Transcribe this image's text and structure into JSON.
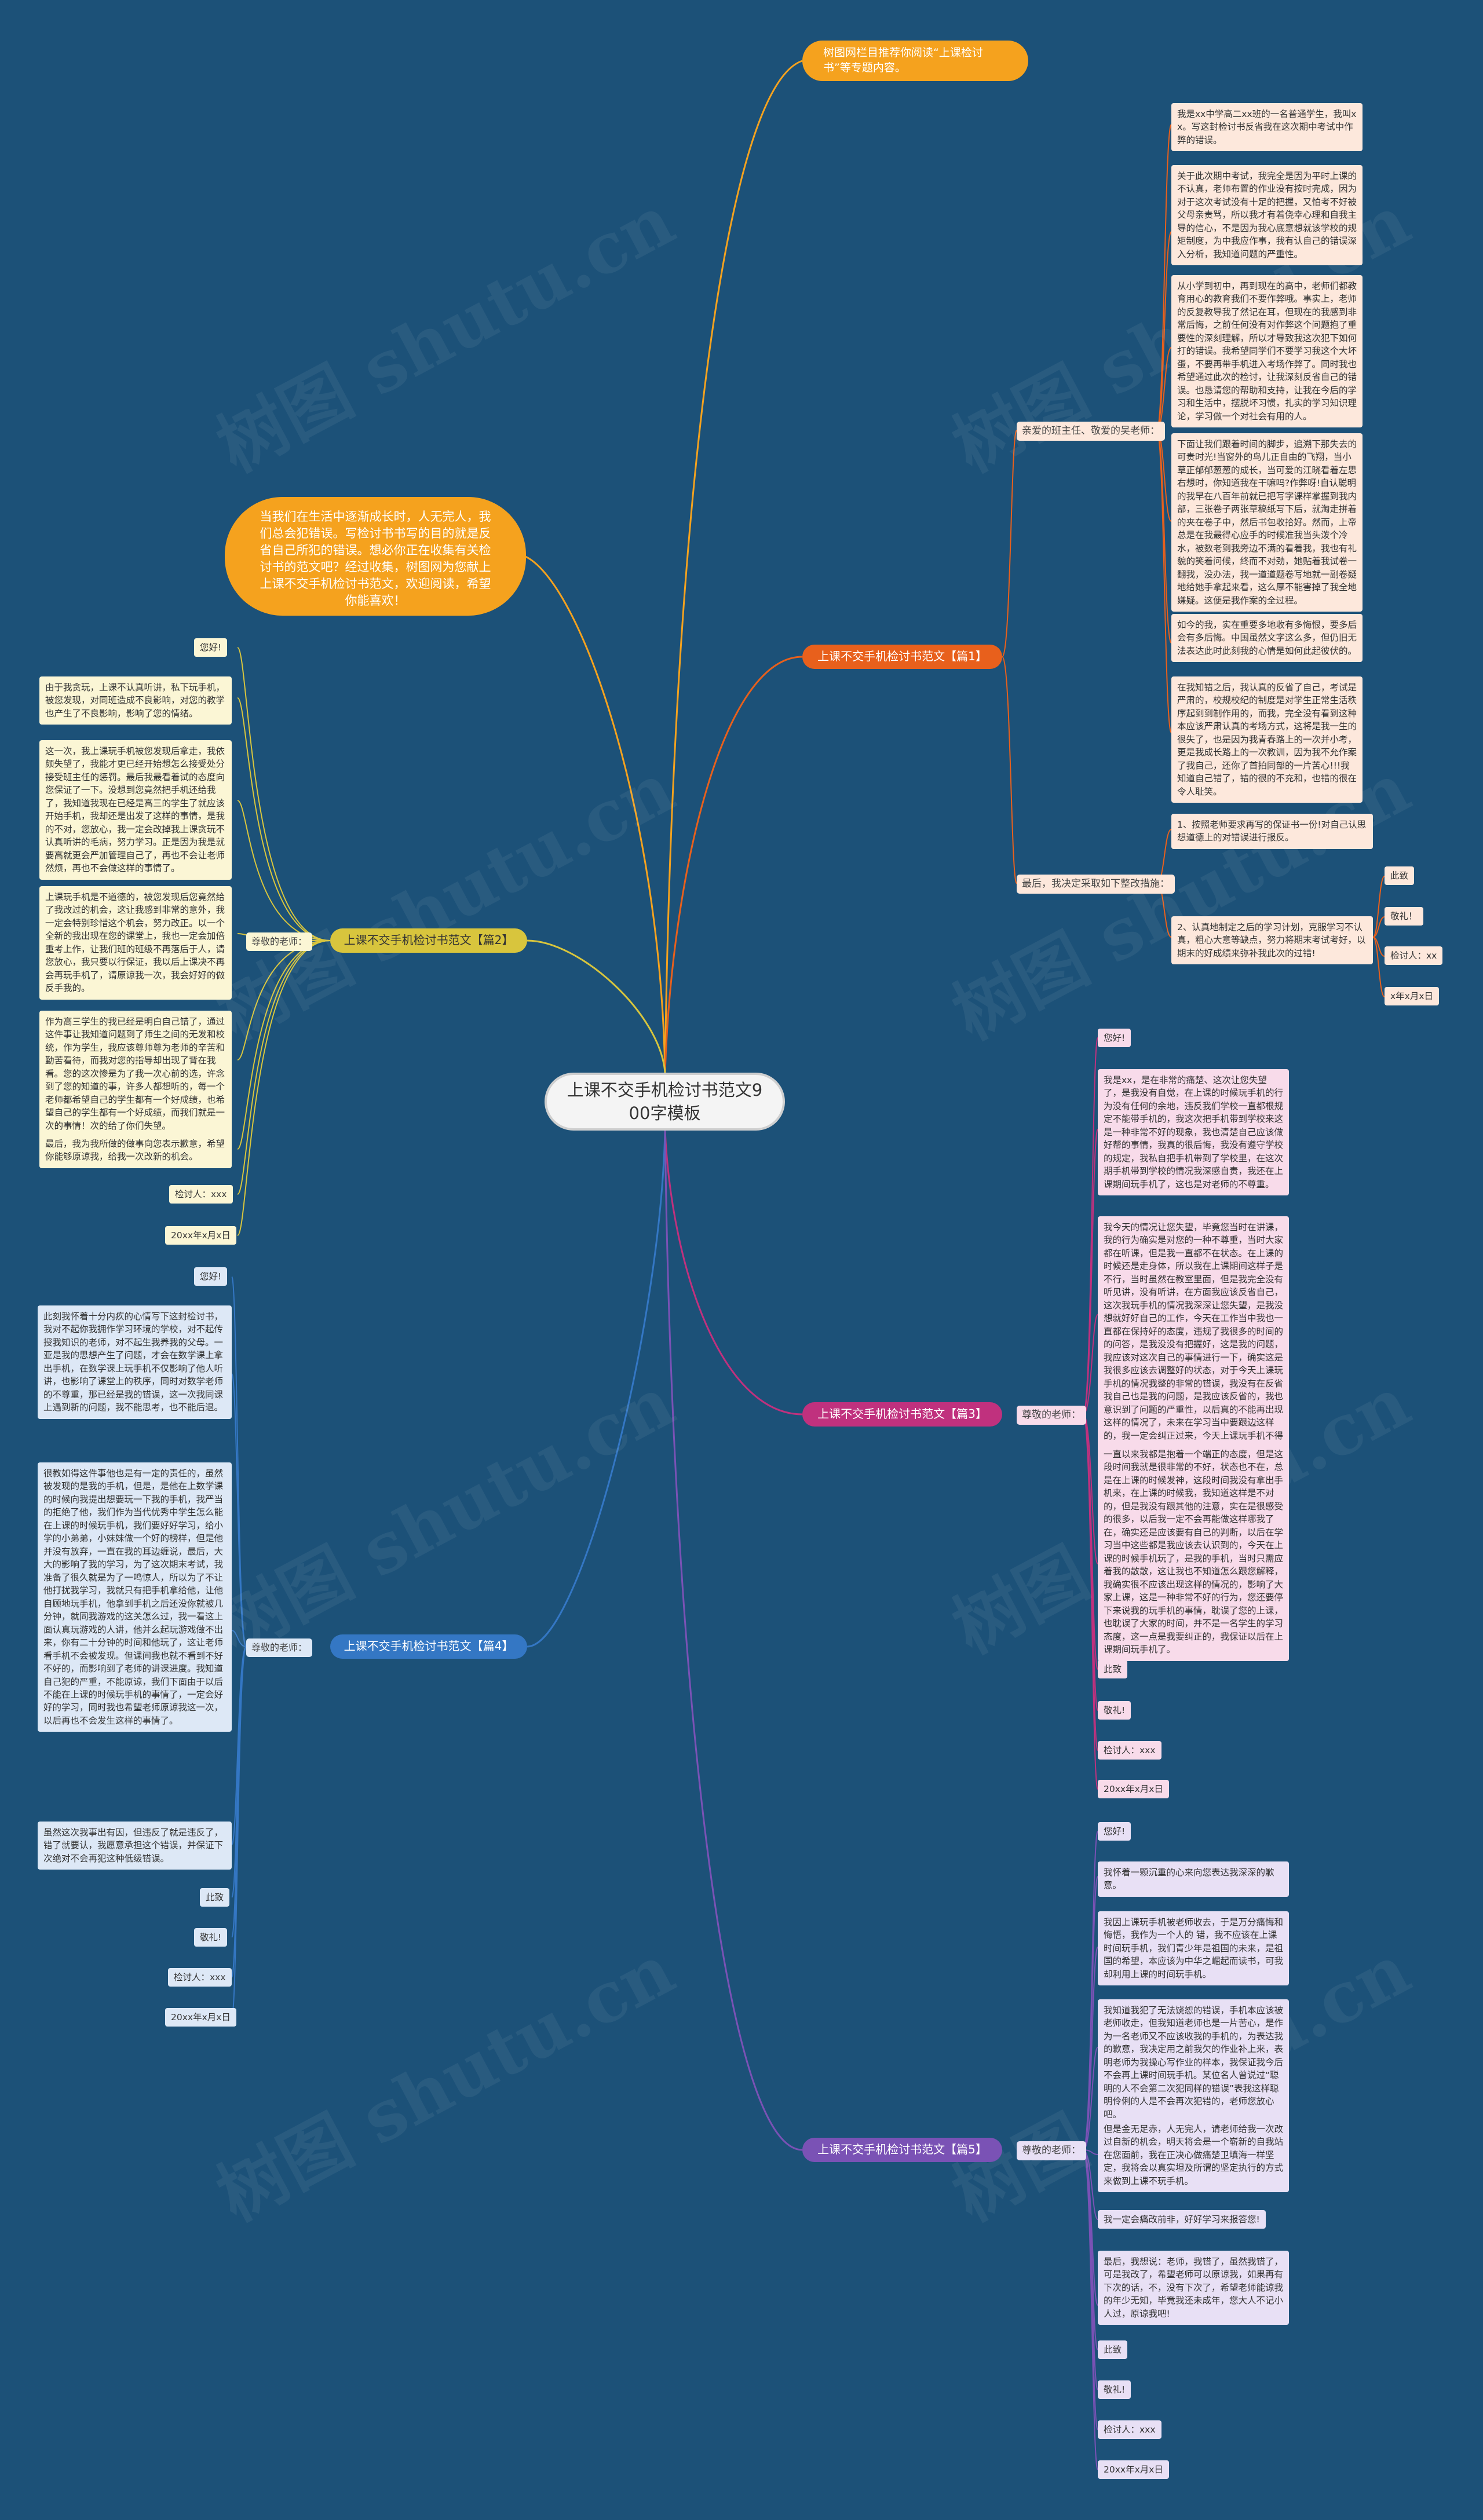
{
  "watermark": "树图 shutu.cn",
  "root": {
    "text": "上课不交手机检讨书范文900字模板"
  },
  "intro_top": {
    "text": "树图网栏目推荐你阅读“上课检讨书”等专题内容。"
  },
  "intro_big": {
    "text": "当我们在生活中逐渐成长时，人无完人，我们总会犯错误。写检讨书书写的目的就是反省自己所犯的错误。想必你正在收集有关检讨书的范文吧？经过收集，树图网为您献上上课不交手机检讨书范文，欢迎阅读，希望你能喜欢！"
  },
  "branches": [
    {
      "label": "上课不交手机检讨书范文【篇1】",
      "color": "#e8601c"
    },
    {
      "label": "上课不交手机检讨书范文【篇2】",
      "color": "#d8c53d"
    },
    {
      "label": "上课不交手机检讨书范文【篇3】",
      "color": "#c0317e"
    },
    {
      "label": "上课不交手机检讨书范文【篇4】",
      "color": "#3477c4"
    },
    {
      "label": "上课不交手机检讨书范文【篇5】",
      "color": "#7a52b5"
    }
  ],
  "b1": {
    "sub1": "亲爱的班主任、敬爱的吴老师：",
    "leaves1": [
      "我是xx中学高二xx班的一名普通学生，我叫xx。写这封检讨书反省我在这次期中考试中作弊的错误。",
      "关于此次期中考试，我完全是因为平时上课的不认真，老师布置的作业没有按时完成，因为对于这次考试没有十足的把握，又怕考不好被父母亲责骂，所以我才有着侥幸心理和自我主导的信心，不是因为我心底意想就该学校的规矩制度，为中我应作事，我有认自己的错误深入分析，我知道问题的严重性。",
      "从小学到初中，再到现在的高中，老师们都教育用心的教育我们不要作弊哦。事实上，老师的反复教导我了然记在耳，但现在的我感到非常后悔，之前任何没有对作弊这个问题抱了重要性的深刻理解，所以才导致我这次犯下如何打的错误。我希望同学们不要学习我这个大坏蛋，不要再带手机进入考场作弊了。同时我也希望通过此次的检讨，让我深刻反省自己的错误。也恳请您的帮助和支持，让我在今后的学习和生活中，摆脱坏习惯，扎实的学习知识理论，学习做一个对社会有用的人。",
      "下面让我们跟着时间的脚步，追溯下那失去的可贵时光!当窗外的鸟儿正自由的飞翔，当小草正郁郁葱葱的成长，当可爱的江晓看着左思右想时，你知道我在干嘛吗?作弊呀!自认聪明的我早在八百年前就已把写字课样掌握到我内部，三张卷子两张草稿纸写下后，就淘走拼着的夹在卷子中，然后书包收拾好。然而，上帝总是在我最得心应手的时候准我当头泼个冷水，被数老到我旁边不满的看着我，我也有礼貌的笑着问候，终而不对劲，她贴着我试卷一翻我，没办法，我一道道题卷写地就一副卷疑地给她手拿起来看，这么厚不能害掉了我全地嫌疑。这便是我作案的全过程。",
      "如今的我，实在重要多地收有多悔恨，要多后会有多后悔。中国虽然文字这么多，但仍旧无法表达此时此刻我的心情是如何此起彼伏的。",
      "在我知错之后，我认真的反省了自己，考试是严肃的，校规校纪的制度是对学生正常生活秩序起到到制作用的，而我，完全没有看到这种本应该严肃认真的考场方式，这将是我一生的很失了，也是因为我青春路上的一次并小考，更是我成长路上的一次教训，因为我不允作案了我自己，还你了首拍同部的一片苦心!!!我知道自己错了，错的很的不充和，也错的很在令人耻笑。"
    ],
    "sub2": "最后，我决定采取如下整改措施：",
    "leaves2": [
      "1、按照老师要求再写的保证书一份!对自己认思想道德上的对错误进行报反。",
      "2、认真地制定之后的学习计划，克服学习不认真，粗心大意等缺点，努力将期末考试考好，以期末的好成绩来弥补我此次的过错!"
    ],
    "closing": [
      "此致",
      "敬礼！",
      "检讨人：xx",
      "x年x月x日"
    ]
  },
  "b2": {
    "sub": "尊敬的老师：",
    "leaves": [
      "您好!",
      "由于我贪玩，上课不认真听讲，私下玩手机，被您发现，对同班造成不良影响，对您的教学也产生了不良影响，影响了您的情绪。",
      "这一次，我上课玩手机被您发现后拿走，我依颇失望了，我能才更已经开始想怎么接受处分接受班主任的惩罚。最后我最看着试的态度向您保证了一下。没想到您竟然把手机还给我了，我知道我现在已经是高三的学生了就应该开始手机，我却还是出发了这样的事情，是我的不对，您放心，我一定会改掉我上课贪玩不认真听讲的毛病，努力学习。正是因为我是就要高就更会严加管理自己了，再也不会让老师然烦，再也不会做这样的事情了。",
      "上课玩手机是不道德的，被您发现后您竟然给了我改过的机会，这让我感到非常的意外，我一定会特别珍惜这个机会，努力改正。以一个全新的我出现在您的课堂上，我也一定会加倍重考上作，让我们班的班级不再落后于人，请您放心，我只要以行保证，我以后上课决不再会再玩手机了，请原谅我一次，我会好好的做反手我的。",
      "作为高三学生的我已经是明白自己错了，通过这件事让我知道问题到了师生之间的无发和校统，作为学生，我应该尊师尊为老师的辛苦和勤苦看待，而我对您的指导却出现了背在我看。您的这次惨是为了我一次心前的选，许念到了您的知道的事，许多人都想听的，每一个老师都希望自己的学生都有一个好成绩，也希望自己的学生都有一个好成绩，而我们就是一次的事情！次的给了你们失望。",
      "最后，我为我所做的做事向您表示歉意，希望你能够原谅我，给我一次改新的机会。",
      "检讨人：xxx",
      "20xx年x月x日"
    ]
  },
  "b3": {
    "sub": "尊敬的老师：",
    "leaves": [
      "您好!",
      "我是xx，是在非常的痛楚、这次让您失望了，是我没有自觉，在上课的时候玩手机的行为没有任何的余地，违反我们学校一直都根规定不能带手机的，我这次把手机带到学校来这是一种非常不好的现象，我也清楚自己应该做好帮的事情，我真的很后悔，我没有遵守学校的规定，我私自把手机带到了学校里，在这次期手机带到学校的情况我深感自责，我还在上课期间玩手机了，这也是对老师的不尊重。",
      "我今天的情况让您失望，毕竟您当时在讲课，我的行为确实是对您的一种不尊重，当时大家都在听课，但是我一直都不在状态。在上课的时候还是走身体，所以我在上课期间这样子是不行，当时虽然在教室里面，但是我完全没有听见讲，没有听讲，在方面我应该反省自己，这次我玩手机的情况我深深让您失望，是我没想就好好自己的工作，今天在工作当中我也一直都在保持好的态度，违规了我很多的时间的的问答，是我没没有把握好，这是我的问题，我应该对这次自己的事情进行一下，确实这是我很多应该去调整好的状态，对于今天上课玩手机的情况我整的非常的错误，我没有在反省我自己也是我的问题，是我应该反省的，我也意识到了问题的严重性，以后真的不能再出现这样的情况了，未来在学习当中要跟边这样的，我一定会纠正过来，今天上课玩手机不得特出来了。",
      "一直以来我都是抱着一个端正的态度，但是这段时间我就是很非常的不好，状态也不在，总是在上课的时候发神，这段时间我没有拿出手机来，在上课的时候我，我知道这样是不对的，但是我没有跟其他的注意，实在是很感受的很多，以后我一定不会再能做这样哪我了在，确实还是应该要有自己的判断，以后在学习当中这些都是我应该去认识到的，今天在上课的时候手机玩了，是我的手机，当时只需应着我的散散，这让我也不知道怎么跟您解释，我确实很不应该出现这样的情况的，影响了大家上课，这是一种非常不好的行为，您还要停下来说我的玩手机的事情，耽误了您的上课，也耽误了大家的时间，并不是一名学生的学习态度，这一点是我要纠正的，我保证以后在上课期间玩手机了。",
      "此致",
      "敬礼!",
      "检讨人：xxx",
      "20xx年x月x日"
    ]
  },
  "b4": {
    "sub": "尊敬的老师：",
    "leaves": [
      "您好!",
      "此刻我怀着十分内疚的心情写下这封检讨书，我对不起你我拥作学习环境的学校，对不起传授我知识的老师，对不起生我养我的父母。一亚是我的思想产生了问题，才会在数学课上拿出手机，在数学课上玩手机不仅影响了他人听讲，也影响了课堂上的秩序，同时对数学老师的不尊重，那已经是我的错误，这一次我同课上遇到新的问题，我不能思考，也不能后退。",
      "很教如得这件事他也是有一定的责任的，虽然被发现的是我的手机，但是，是他在上数学课的时候向我提出想要玩一下我的手机，我严当的拒绝了他，我们作为当代优秀中学生怎么能在上课的时候玩手机，我们要好好学习，给小学的小弟弟，小妹妹做一个好的榜样，但是他并没有放弃，一直在我的耳边缠说，最后，大大的影响了我的学习，为了这次期末考试，我准备了很久就是为了一鸣惊人，所以为了不让他打扰我学习，我就只有把手机拿给他，让他自顾地玩手机，他拿到手机之后还没你就被几分钟，就同我游戏的这关怎么过，我一看这上面认真玩游戏的人讲，他并么起玩游戏做不出来，你有二十分钟的时间和他玩了，这让老师看手机不会被发现。但课间我也就不看到不好不好的，而影响到了老师的讲课进度。我知道自己犯的严重，不能原谅，我们下面由于以后不能在上课的时候玩手机的事情了，一定会好好的学习，同时我也希望老师原谅我这一次，以后再也不会发生这样的事情了。",
      "虽然这次我事出有因，但违反了就是违反了，错了就要认，我愿意承担这个错误，并保证下次绝对不会再犯这种低级错误。",
      "此致",
      "敬礼!",
      "检讨人：xxx",
      "20xx年x月x日"
    ]
  },
  "b5": {
    "sub": "尊敬的老师：",
    "leaves": [
      "您好!",
      "我怀着一颗沉重的心来向您表达我深深的歉意。",
      "我因上课玩手机被老师收去，于是万分痛悔和悔悟，我作为一个人的 错，我不应该在上课时间玩手机，我们青少年是祖国的未来，是祖国的希望，本应该为中华之崛起而读书，可我却利用上课的时间玩手机。",
      "我知道我犯了无法饶恕的错误，手机本应该被老师收走，但我知道老师也是一片苦心，是作为一名老师又不应该收我的手机的，为表达我的歉意，我决定用之前我欠的作业补上来，表明老师为我操心写作业的样本，我保证我今后不会再上课时间玩手机。某位名人曾说过“聪明的人不会第二次犯同样的错误”表我这样聪明伶俐的人是不会再次犯错的，老师您放心吧。",
      "但是金无足赤，人无完人，请老师给我一次改过自新的机会，明天将会是一个崭新的自我站在您面前，我在正决心做痛楚卫填海一样坚定，我将会以真实坦及所谓的坚定执行的方式来做到上课不玩手机。",
      "我一定会痛改前非，好好学习来报答您!",
      "最后，我想说：老师，我错了，虽然我错了，可是我改了，希望老师可以原谅我，如果再有下次的话，不，没有下次了，希望老师能谅我的年少无知，毕竟我还未成年，您大人不记小人过，原谅我吧!",
      "此致",
      "敬礼!",
      "检讨人：xxx",
      "20xx年x月x日"
    ]
  }
}
